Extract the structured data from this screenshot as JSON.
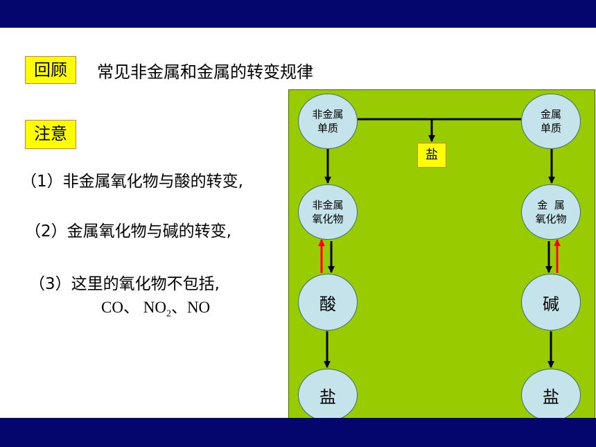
{
  "slide": {
    "review_tag": "回顾",
    "title": "常见非金属和金属的转变规律",
    "notice_tag": "注意",
    "notes": [
      "（1）非金属氧化物与酸的转变,",
      "（2）金属氧化物与碱的转变,",
      "（3）这里的氧化物不包括,"
    ],
    "excluded": {
      "co": "CO、",
      "no2_prefix": "NO",
      "no2_sub": "2",
      "no": "、NO"
    }
  },
  "diagram": {
    "nonmetal_element": [
      "非金属",
      "单质"
    ],
    "metal_element": [
      "金属",
      "单质"
    ],
    "salt_top": "盐",
    "nonmetal_oxide": [
      "非金属",
      "氧化物"
    ],
    "metal_oxide": [
      "金  属",
      "氧化物"
    ],
    "acid": "酸",
    "base": "碱",
    "salt_left": "盐",
    "salt_right": "盐"
  },
  "colors": {
    "band": "#04066e",
    "panel": "#99cc00",
    "node": "#c5e3ea",
    "tag": "#ffff00",
    "reverse_arrow": "#ff0000"
  }
}
